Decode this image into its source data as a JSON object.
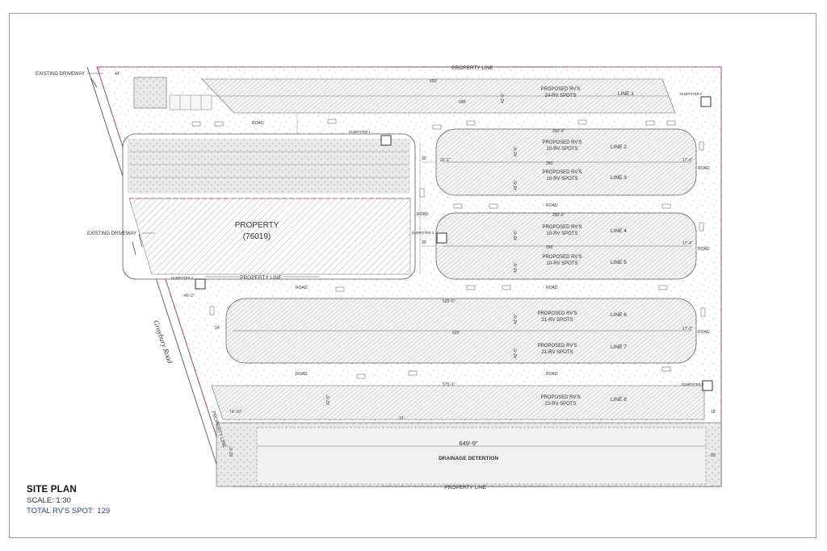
{
  "drawing": {
    "title": "SITE PLAN",
    "scale": "SCALE: 1:30",
    "total_label": "TOTAL RV'S SPOT:",
    "total_value": "129"
  },
  "labels": {
    "property_line": "PROPERTY LINE",
    "existing_driveway": "EXISTING DRIVEWAY",
    "road": "ROAD",
    "street": "Graybury Road",
    "drainage": "DRAINAGE DETENTION",
    "drainage_dim": "649'-9\"",
    "property": "PROPERTY",
    "property_id": "(76019)",
    "dumpster_1": "DUMPSTER 1",
    "dumpster_2": "DUMPSTER 2",
    "dumpster_3": "DUMPSTER 3",
    "dumpster_4": "DUMPSTER 4",
    "dumpster_5": "DUMPSTER 5"
  },
  "rv_lines": [
    {
      "line": "LINE 1",
      "title": "PROPOSED RV'S",
      "spots": "24-RV SPOTS"
    },
    {
      "line": "LINE 2",
      "title": "PROPOSED RV'S",
      "spots": "10-RV SPOTS"
    },
    {
      "line": "LINE 3",
      "title": "PROPOSED RV'S",
      "spots": "10-RV SPOTS"
    },
    {
      "line": "LINE 4",
      "title": "PROPOSED RV'S",
      "spots": "10-RV SPOTS"
    },
    {
      "line": "LINE 5",
      "title": "PROPOSED RV'S",
      "spots": "10-RV SPOTS"
    },
    {
      "line": "LINE 6",
      "title": "PROPOSED RV'S",
      "spots": "21-RV SPOTS"
    },
    {
      "line": "LINE 7",
      "title": "PROPOSED RV'S",
      "spots": "21-RV SPOTS"
    },
    {
      "line": "LINE 8",
      "title": "PROPOSED RV'S",
      "spots": "23-RV SPOTS"
    }
  ],
  "dimensions": {
    "line1_top": "600'",
    "line1_bottom": "600'",
    "line2_top": "250'-6\"",
    "line3_top": "250'",
    "line4_top": "250'-6\"",
    "line5_top": "250'",
    "line6_top": "525'-5\"",
    "line7_top": "525'",
    "line8_top": "575'-1\"",
    "road_gap_30a": "30'",
    "road_gap_30b": "30'",
    "offset_22": "22'-1\"",
    "offset_46": "46'-2\"",
    "offset_74": "74'-10\"",
    "offset_17a": "17'-4\"",
    "offset_17b": "17'-4\"",
    "offset_17c": "17'-3\"",
    "depth_42": "42'-5\"",
    "width_24": "24'",
    "width_18": "18'",
    "width_44": "44'",
    "width_82": "82'-6\"",
    "width_31": "31'",
    "width_80": "80'"
  },
  "colors": {
    "property_line": "#c2338a",
    "line_ink": "#4a4a4a",
    "hatch": "#8a8a8a",
    "accent_text": "#2b3a9e"
  }
}
